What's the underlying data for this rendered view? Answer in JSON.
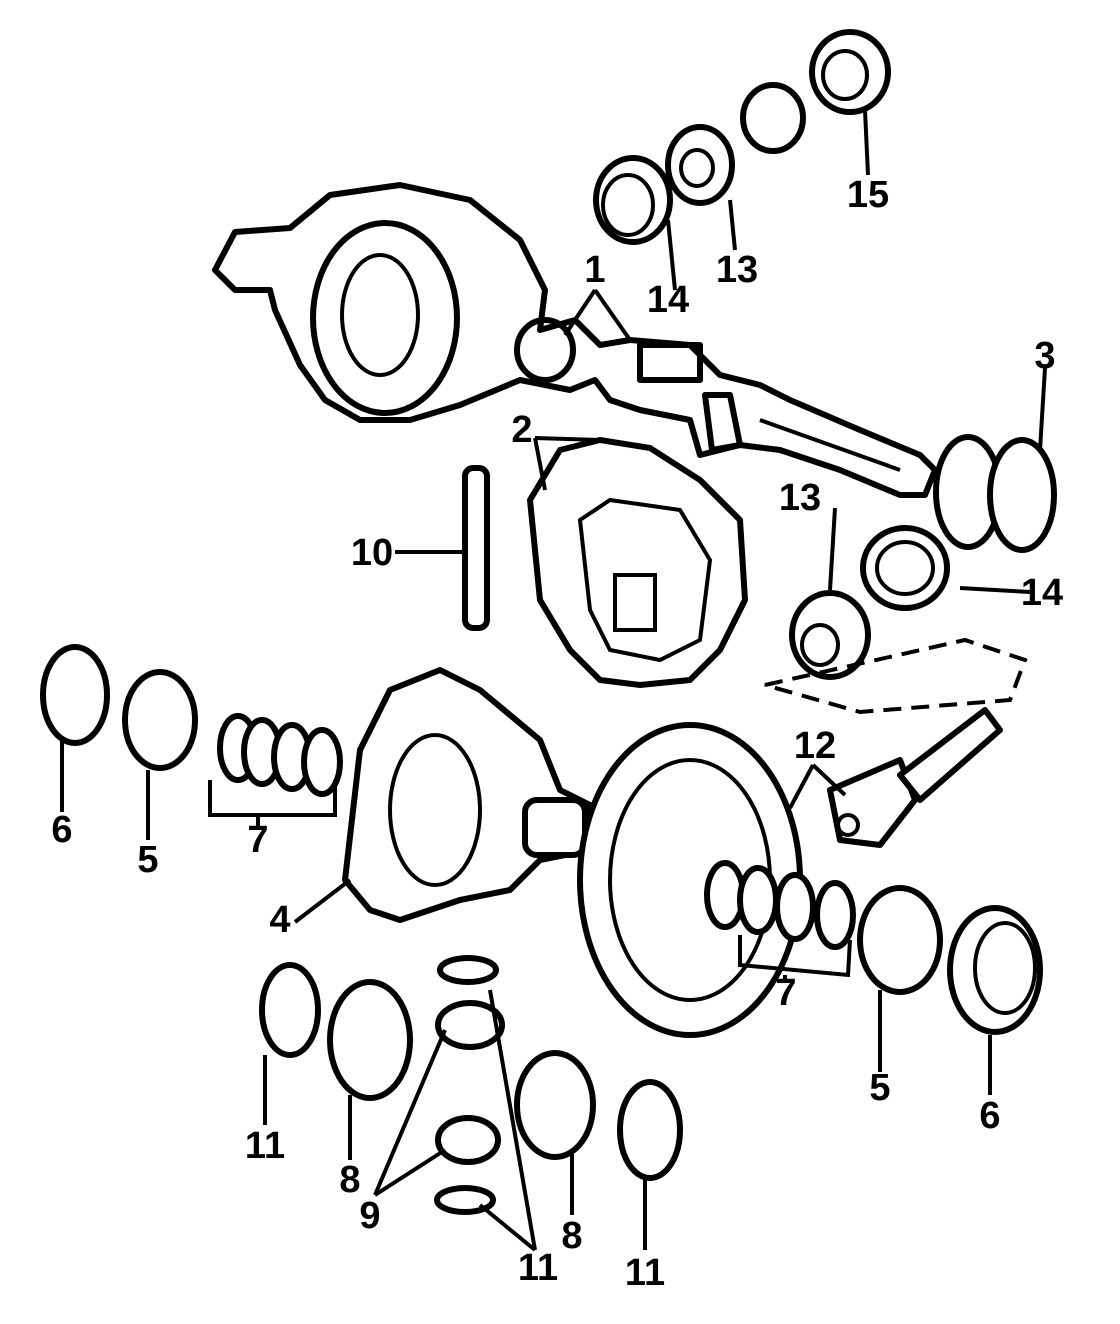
{
  "callouts": {
    "c1": "1",
    "c2": "2",
    "c3": "3",
    "c4": "4",
    "c5_left": "5",
    "c5_right": "5",
    "c6_left": "6",
    "c6_right": "6",
    "c7_left": "7",
    "c7_right": "7",
    "c8_left": "8",
    "c8_right": "8",
    "c9": "9",
    "c10": "10",
    "c11_left": "11",
    "c11_center": "11",
    "c11_right": "11",
    "c12": "12",
    "c13_top": "13",
    "c13_mid": "13",
    "c14_top": "14",
    "c14_mid": "14",
    "c15": "15"
  }
}
